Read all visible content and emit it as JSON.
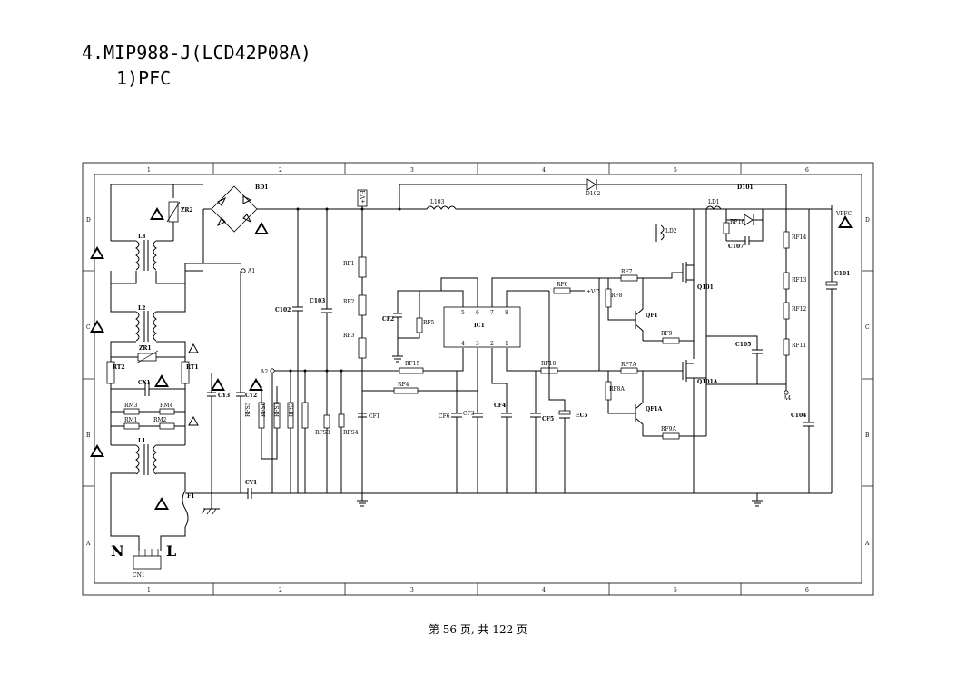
{
  "header": {
    "title": "4.MIP988-J(LCD42P08A)",
    "subtitle": "1)PFC"
  },
  "footer": {
    "page": "第 56 页, 共 122 页"
  },
  "grid": {
    "columns": [
      "1",
      "2",
      "3",
      "4",
      "5",
      "6"
    ],
    "rows": [
      "D",
      "C",
      "B",
      "A"
    ]
  },
  "labels": {
    "BD1": "BD1",
    "ZR2": "ZR2",
    "L3": "L3",
    "L2": "L2",
    "ZR1": "ZR1",
    "RT1": "RT1",
    "RT2": "RT2",
    "CX1": "CX1",
    "RM1": "RM1",
    "RM2": "RM2",
    "RM3": "RM3",
    "RM4": "RM4",
    "L1": "L1",
    "F1": "F1",
    "CN1": "CN1",
    "N": "N",
    "Lterm": "L",
    "CY3": "CY3",
    "CY2": "CY2",
    "CY1": "CY1",
    "C102": "C102",
    "C103": "C103",
    "RF1": "RF1",
    "RF2": "RF2",
    "RF3": "RF3",
    "RFS1": "RFS1",
    "RFS2": "RFS2",
    "RFS3": "RFS3",
    "RFS4": "RFS4",
    "RFS5": "RFS5",
    "RFS6": "RFS6",
    "RF4": "RF4",
    "RF15": "RF15",
    "CF1": "CF1",
    "CF2": "CF2",
    "RF5": "RF5",
    "IC1": "IC1",
    "CF3": "CF3",
    "CF4": "CF4",
    "CF5": "CF5",
    "CF6": "CF6",
    "EC5": "EC5",
    "RF6": "RF6",
    "VC": "+VC",
    "RF7": "RF7",
    "RF8": "RF8",
    "QF1": "QF1",
    "RF9": "RF9",
    "RF10": "RF10",
    "RF7A": "RF7A",
    "RF8A": "RF8A",
    "QF1A": "QF1A",
    "RF9A": "RF9A",
    "VH": "+VH",
    "L103": "L103",
    "D102": "D102",
    "D101": "D101",
    "LD1": "LD1",
    "LD2": "LD2",
    "RF16": "RF16",
    "C107": "C107",
    "Q101": "Q101",
    "Q101A": "Q101A",
    "C105": "C105",
    "C101": "C101",
    "C104": "C104",
    "RF11": "RF11",
    "RF12": "RF12",
    "RF13": "RF13",
    "RF14": "RF14",
    "VPFC": "VPFC",
    "A1": "A1",
    "A2": "A2",
    "A4": "A4"
  }
}
